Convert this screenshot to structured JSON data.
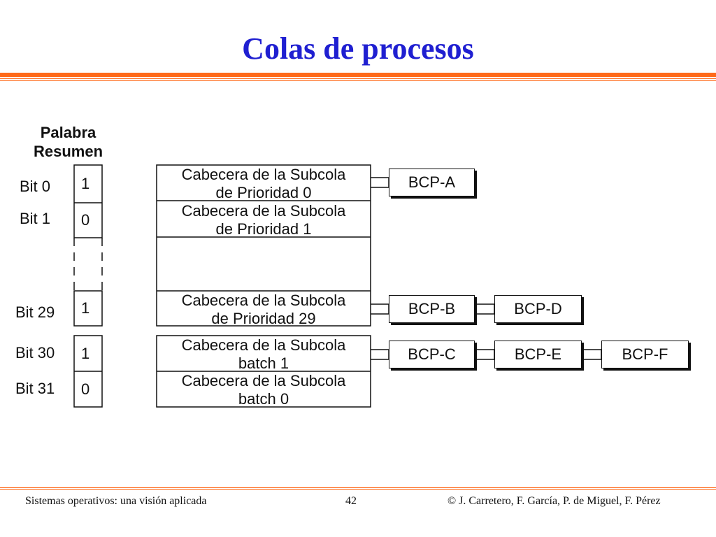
{
  "slide": {
    "title": "Colas de procesos",
    "accent_color": "#1f1fd1",
    "rule_color": "#ff6a1a"
  },
  "summary_word": {
    "heading_line1": "Palabra",
    "heading_line2": "Resumen",
    "bits": [
      {
        "label": "Bit 0",
        "value": "1"
      },
      {
        "label": "Bit 1",
        "value": "0"
      },
      {
        "label": "Bit 29",
        "value": "1"
      },
      {
        "label": "Bit 30",
        "value": "1"
      },
      {
        "label": "Bit 31",
        "value": "0"
      }
    ]
  },
  "queues": [
    {
      "line1": "Cabecera de la Subcola",
      "line2": "de Prioridad 0"
    },
    {
      "line1": "Cabecera de la Subcola",
      "line2": "de Prioridad 1"
    },
    {
      "line1": "Cabecera de la Subcola",
      "line2": "de Prioridad 29"
    },
    {
      "line1": "Cabecera de la Subcola",
      "line2": "batch 1"
    },
    {
      "line1": "Cabecera de la Subcola",
      "line2": "batch 0"
    }
  ],
  "bcps": {
    "a": "BCP-A",
    "b": "BCP-B",
    "d": "BCP-D",
    "c": "BCP-C",
    "e": "BCP-E",
    "f": "BCP-F"
  },
  "footer": {
    "left": "Sistemas operativos: una visión aplicada",
    "page": "42",
    "right": "© J. Carretero, F. García, P. de Miguel, F. Pérez"
  }
}
